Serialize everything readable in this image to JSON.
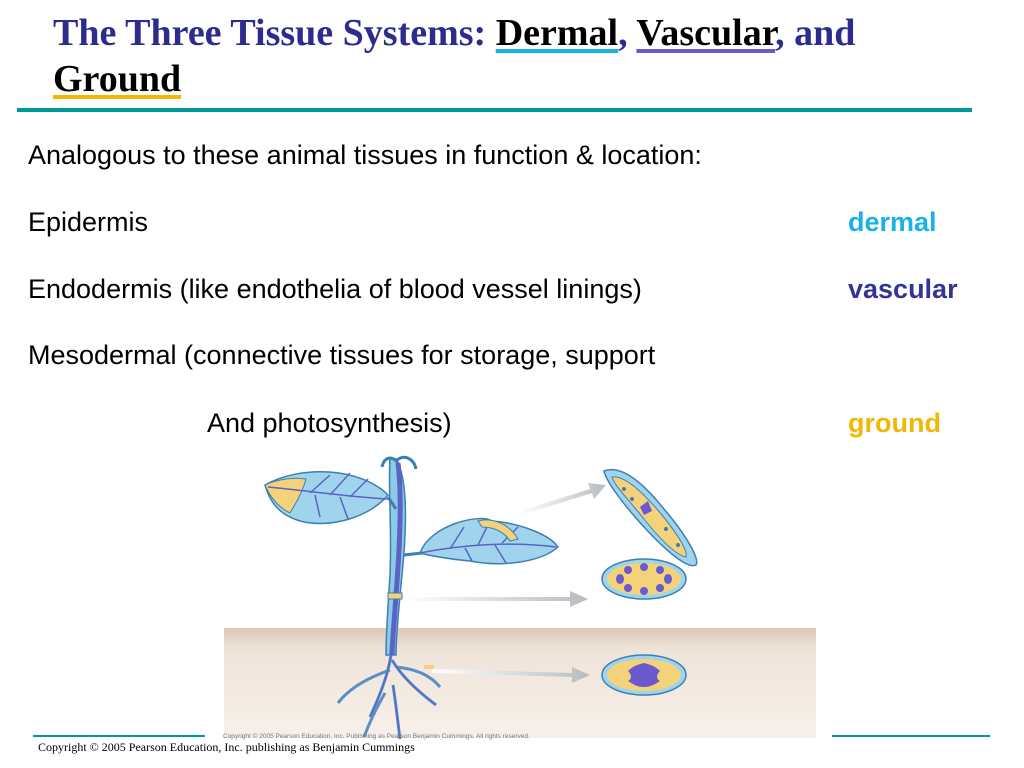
{
  "title": {
    "prefix": "The Three Tissue Systems: ",
    "dermal": "Dermal",
    "comma1": ",",
    "vascular": "Vascular",
    "comma2": ", and",
    "ground": "Ground"
  },
  "lines": {
    "intro": "Analogous to these animal tissues in function & location:",
    "epidermis": "Epidermis",
    "endodermis": "Endodermis (like endothelia of  blood vessel linings)",
    "mesodermal": "Mesodermal (connective tissues for storage, support",
    "photosynthesis": "And photosynthesis)"
  },
  "terms": {
    "dermal": "dermal",
    "vascular": "vascular",
    "ground": "ground"
  },
  "colors": {
    "title": "#2c2c8f",
    "dermal": "#1ab2e6",
    "vascular": "#333399",
    "ground": "#f2b705",
    "rule": "#009999"
  },
  "figure": {
    "credit": "Copyright © 2005 Pearson Education, Inc. Publishing as Pearson Benjamin Cummings. All rights reserved."
  },
  "footer": {
    "copyright": "Copyright © 2005 Pearson Education, Inc. publishing as Benjamin Cummings"
  }
}
